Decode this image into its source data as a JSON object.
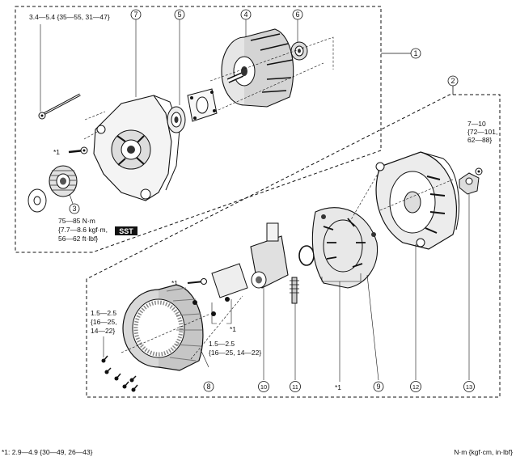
{
  "callouts": {
    "c1": "1",
    "c2": "2",
    "c3": "3",
    "c4": "4",
    "c5": "5",
    "c6": "6",
    "c7": "7",
    "c8": "8",
    "c9": "9",
    "c10": "10",
    "c11": "11",
    "c12": "12",
    "c13": "13"
  },
  "torque": {
    "t_top_left": "3.4—5.4 {35—55, 31—47}",
    "t_right_1": "7—10",
    "t_right_2": "{72—101,",
    "t_right_3": "62—88}",
    "t_pulley_1": "75—85 N·m",
    "t_pulley_2": "{7.7—8.6 kgf·m,",
    "t_pulley_3": "56—62 ft·lbf}",
    "t_left_1": "1.5—2.5",
    "t_left_2": "{16—25,",
    "t_left_3": "14—22}",
    "t_mid_1": "1.5—2.5",
    "t_mid_2": "{16—25, 14—22}"
  },
  "marks": {
    "star1_a": "*1",
    "star1_b": "*1",
    "star1_c": "*1",
    "star1_d": "*1",
    "sst": "SST"
  },
  "footer": {
    "footnote": "*1: 2.9—4.9 {30—49, 26—43}",
    "units": "N·m {kgf·cm, in·lbf}"
  }
}
